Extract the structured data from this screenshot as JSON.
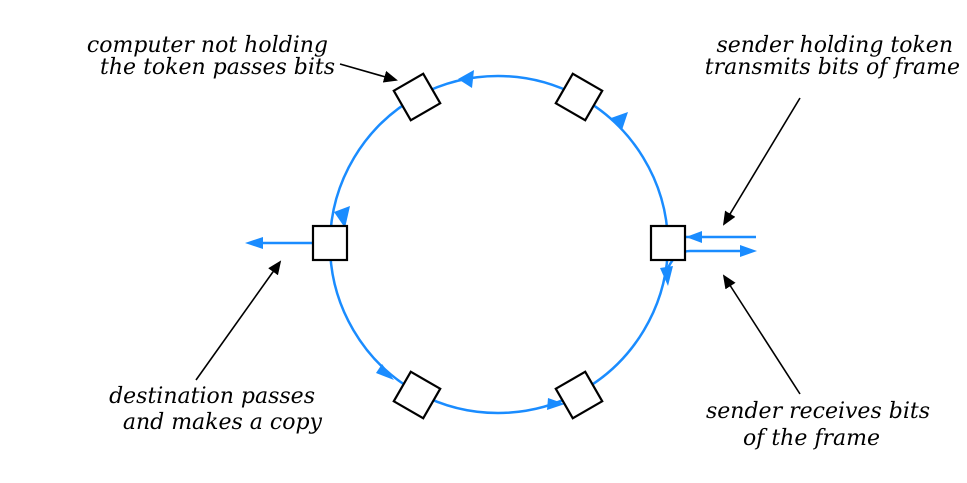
{
  "colors": {
    "flow": "#1a8cff",
    "box": "#000000",
    "annotation": "#000000"
  },
  "labels": {
    "top_left": [
      "computer not holding",
      "the token passes bits"
    ],
    "top_right": [
      "sender holding token",
      "transmits bits of frame"
    ],
    "bottom_left": [
      "destination passes",
      "and makes a copy"
    ],
    "bottom_right": [
      "sender receives bits",
      "of the frame"
    ]
  }
}
